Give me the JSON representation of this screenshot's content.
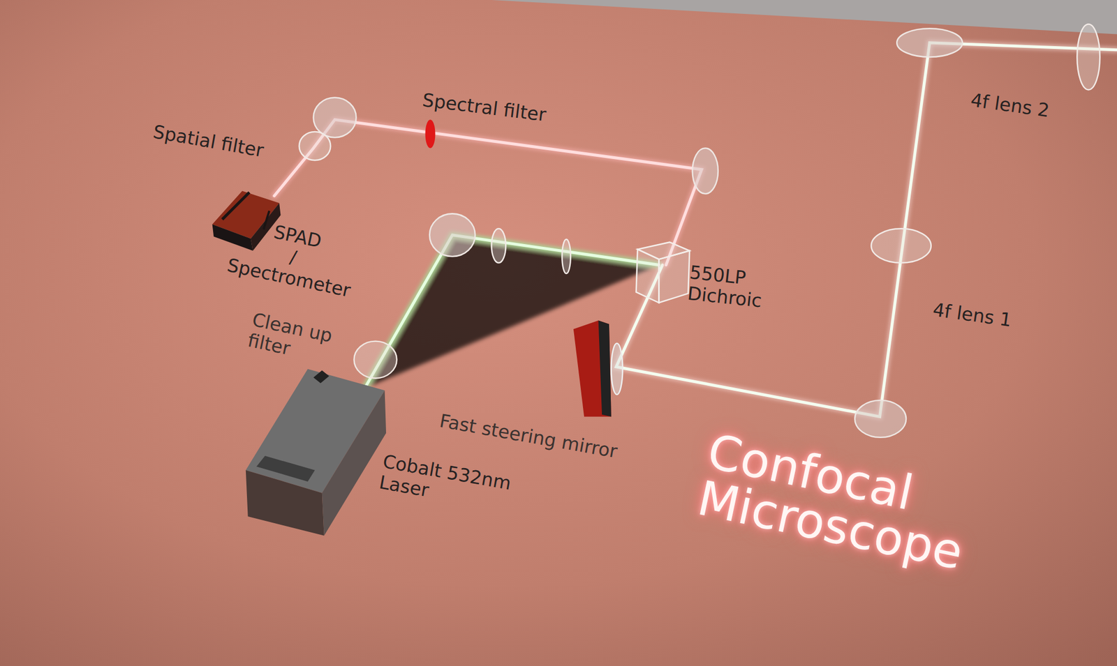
{
  "diagram": {
    "labels": [
      "Spectral filter",
      "Spatial filter",
      "SPAD / Spectrometer",
      "Clean up filter",
      "Fast steering mirror",
      "Cobalt 532nm Laser",
      "550LP Dichroic",
      "4f lens 1",
      "4f lens 2",
      "Confocal Microscope"
    ]
  }
}
